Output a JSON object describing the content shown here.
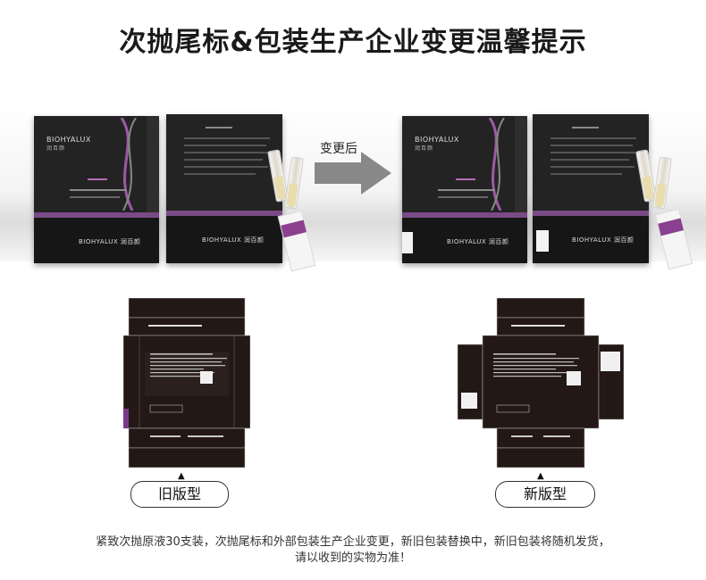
{
  "title": "次抛尾标&包装生产企业变更温馨提示",
  "brand": "BIOHYALUX",
  "brand_cn": "润百颜",
  "arrow_label": "变更后",
  "old_label": "旧版型",
  "new_label": "新版型",
  "footer_line1": "紧致次抛原液30支装，次抛尾标和外部包装生产企业变更，新旧包装替换中，新旧包装将随机发货，",
  "footer_line2": "请以收到的实物为准！",
  "colors": {
    "accent_purple": "#8a3f8f",
    "box_black": "#232323"
  }
}
